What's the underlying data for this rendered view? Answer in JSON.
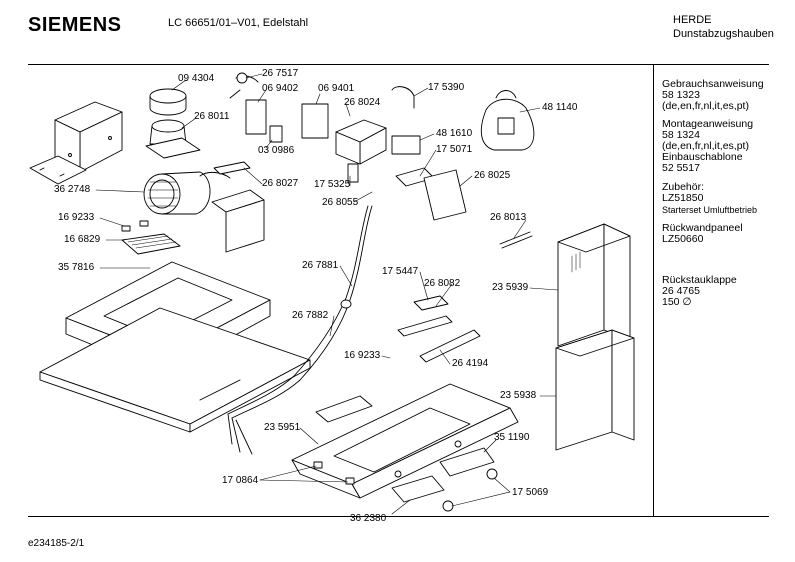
{
  "header": {
    "brand": "SIEMENS",
    "model": "LC 66651/01–V01, Edelstahl",
    "maker": "HERDE",
    "category": "Dunstabzugshauben"
  },
  "side_panel": {
    "manual_title": "Gebrauchsanweisung",
    "manual_no": "58 1323",
    "manual_langs": "(de,en,fr,nl,it,es,pt)",
    "install_title": "Montageanweisung",
    "install_no": "58 1324",
    "install_langs": "(de,en,fr,nl,it,es,pt)",
    "template_title": "Einbauschablone",
    "template_no": "52 5517",
    "accessories_title": "Zubehör:",
    "accessories_no": "LZ51850",
    "accessories_desc": "Starterset Umluftbetrieb",
    "wallpanel_title": "Rückwandpaneel",
    "wallpanel_no": "LZ50660",
    "damper_title": "Rückstauklappe",
    "damper_no": "26 4765",
    "damper_size": "150 ∅"
  },
  "parts": [
    "09 4304",
    "26 7517",
    "06 9402",
    "06 9401",
    "26 8024",
    "17 5390",
    "48 1140",
    "26 8011",
    "48 1610",
    "03 0986",
    "17 5071",
    "36 2748",
    "26 8027",
    "17 5325",
    "26 8025",
    "26 8055",
    "26 8013",
    "16 9233",
    "16 6829",
    "35 7816",
    "26 7881",
    "17 5447",
    "26 8082",
    "23 5939",
    "26 7882",
    "16 9233",
    "26 4194",
    "23 5938",
    "23 5951",
    "35 1190",
    "17 0864",
    "17 5069",
    "36 2380"
  ],
  "footer": {
    "doc_id": "e234185-2/1"
  }
}
